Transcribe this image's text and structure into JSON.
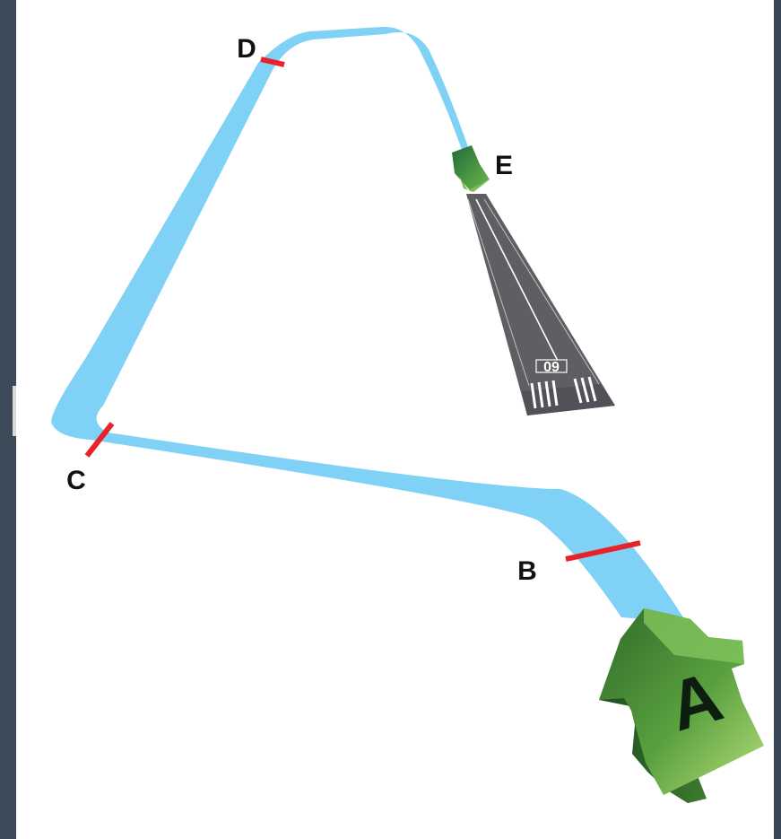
{
  "colors": {
    "path": "#7fd2f5",
    "fix_marker": "#e8222a",
    "arrow": "#3e8a34",
    "runway": "#5d5f63",
    "background": "#ffffff"
  },
  "points": {
    "a": "A",
    "b": "B",
    "c": "C",
    "d": "D",
    "e": "E"
  },
  "runway": {
    "number": "09"
  },
  "icons": [
    "arrow-up-icon",
    "arrow-down-icon",
    "runway-icon"
  ]
}
